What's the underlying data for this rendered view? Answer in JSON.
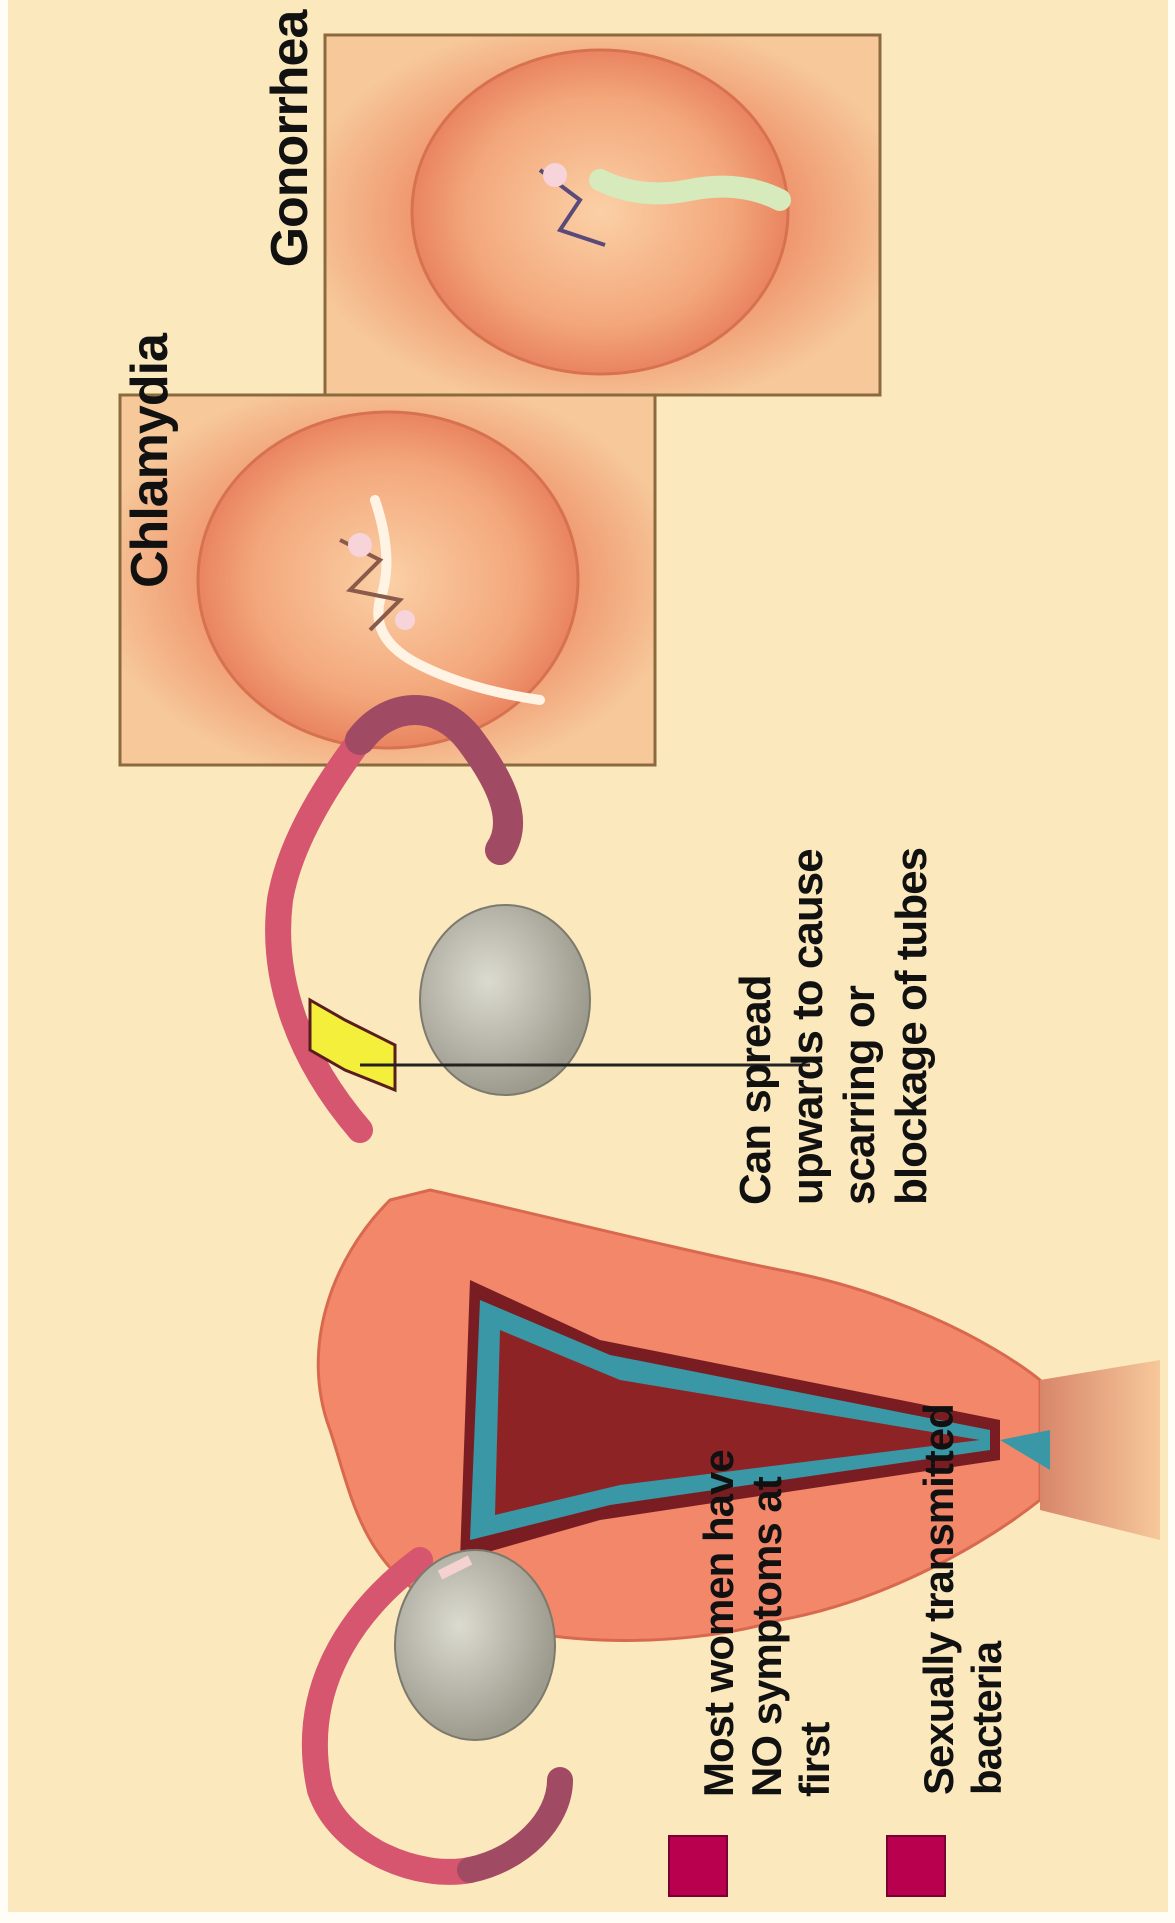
{
  "panels": {
    "chlamydia_title": "Chlamydia",
    "gonorrhea_title": "Gonorrhea"
  },
  "callout": {
    "text": "Can spread upwards to cause scarring or blockage of tubes"
  },
  "bullets": [
    {
      "text": "Most women have NO symptoms at first"
    },
    {
      "text": "Sexually transmitted bacteria"
    }
  ],
  "colors": {
    "background": "#fbe9bd",
    "tissue": "#f2876a",
    "tube_pink": "#d5566e",
    "ovary": "#b9b6a8",
    "cavity_blue": "#3a97a6",
    "infection_highlight": "#f4ef3a",
    "bullet_marker": "#b8004e",
    "panel_frame": "#8b6a3e"
  }
}
